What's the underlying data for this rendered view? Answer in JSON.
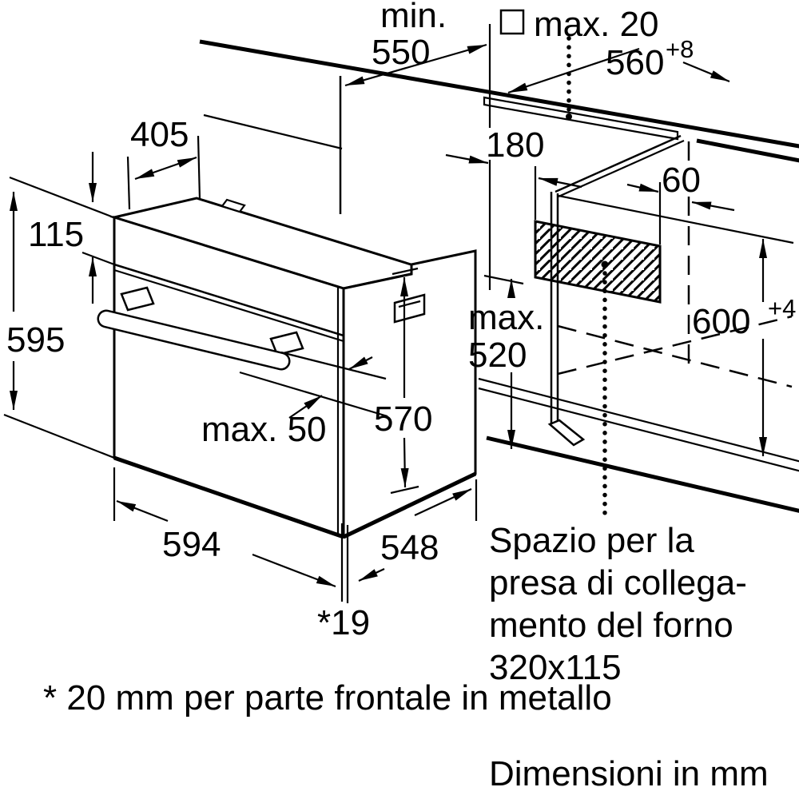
{
  "dims": {
    "min550": {
      "prefix": "min.",
      "value": "550"
    },
    "max20": "max. 20",
    "niche_width": {
      "value": "560",
      "tol": "+8"
    },
    "d405": "405",
    "d115": "115",
    "d595": "595",
    "d180": "180",
    "d60": "60",
    "max520": {
      "prefix": "max.",
      "value": "520"
    },
    "niche_height": {
      "value": "600",
      "tol": "+4"
    },
    "max50": "max. 50",
    "d570": "570",
    "d594": "594",
    "d548": "548",
    "star19": "*19"
  },
  "notes": {
    "socket": [
      "Spazio per la",
      "presa di collega-",
      "mento del forno",
      "320x115"
    ],
    "footnote": "* 20 mm per parte frontale in metallo",
    "units": "Dimensioni in mm"
  },
  "colors": {
    "line": "#000000",
    "background": "#ffffff"
  }
}
